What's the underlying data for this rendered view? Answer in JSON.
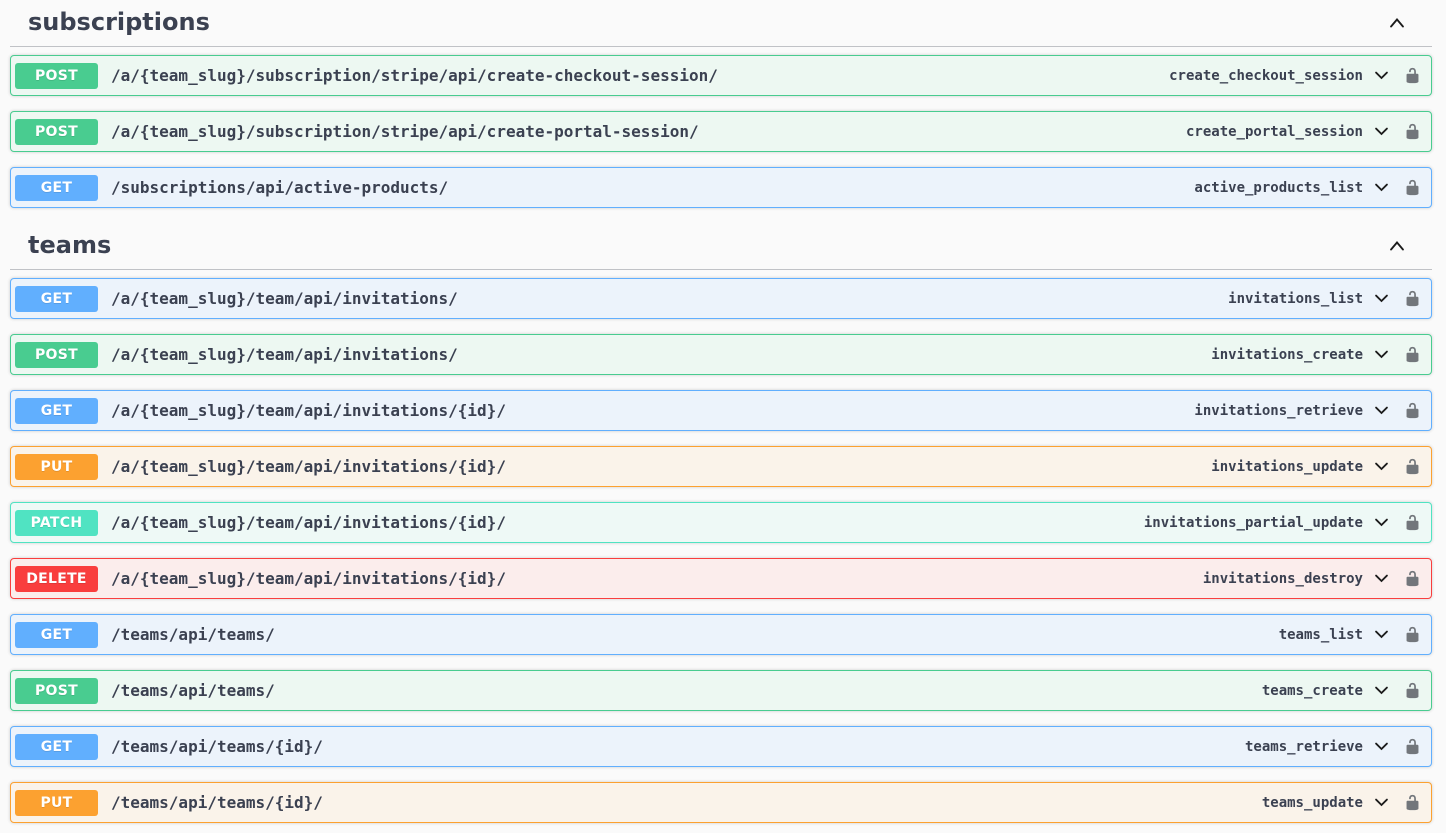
{
  "page": {
    "background": "#fafafa",
    "text_color": "#3b4151"
  },
  "icons": {
    "section_collapse": "chevron-up-icon",
    "row_expand": "chevron-down-icon",
    "authorization": "unlocked-padlock-icon"
  },
  "method_colors": {
    "GET": {
      "badge_background": "#61affe",
      "row_background": "#ecf3fb",
      "row_border": "#61affe"
    },
    "POST": {
      "badge_background": "#49cc90",
      "row_background": "#edf8f2",
      "row_border": "#49cc90"
    },
    "PUT": {
      "badge_background": "#fca130",
      "row_background": "#faf3ea",
      "row_border": "#fca130"
    },
    "PATCH": {
      "badge_background": "#50e3c2",
      "row_background": "#eef9f6",
      "row_border": "#50e3c2"
    },
    "DELETE": {
      "badge_background": "#f93e3e",
      "row_background": "#fbedec",
      "row_border": "#f93e3e"
    }
  },
  "sections": [
    {
      "title": "subscriptions",
      "expanded": true,
      "rows": [
        {
          "method": "POST",
          "path": "/a/{team_slug}/subscription/stripe/api/create-checkout-session/",
          "operation_id": "create_checkout_session"
        },
        {
          "method": "POST",
          "path": "/a/{team_slug}/subscription/stripe/api/create-portal-session/",
          "operation_id": "create_portal_session"
        },
        {
          "method": "GET",
          "path": "/subscriptions/api/active-products/",
          "operation_id": "active_products_list"
        }
      ]
    },
    {
      "title": "teams",
      "expanded": true,
      "rows": [
        {
          "method": "GET",
          "path": "/a/{team_slug}/team/api/invitations/",
          "operation_id": "invitations_list"
        },
        {
          "method": "POST",
          "path": "/a/{team_slug}/team/api/invitations/",
          "operation_id": "invitations_create"
        },
        {
          "method": "GET",
          "path": "/a/{team_slug}/team/api/invitations/{id}/",
          "operation_id": "invitations_retrieve"
        },
        {
          "method": "PUT",
          "path": "/a/{team_slug}/team/api/invitations/{id}/",
          "operation_id": "invitations_update"
        },
        {
          "method": "PATCH",
          "path": "/a/{team_slug}/team/api/invitations/{id}/",
          "operation_id": "invitations_partial_update"
        },
        {
          "method": "DELETE",
          "path": "/a/{team_slug}/team/api/invitations/{id}/",
          "operation_id": "invitations_destroy"
        },
        {
          "method": "GET",
          "path": "/teams/api/teams/",
          "operation_id": "teams_list"
        },
        {
          "method": "POST",
          "path": "/teams/api/teams/",
          "operation_id": "teams_create"
        },
        {
          "method": "GET",
          "path": "/teams/api/teams/{id}/",
          "operation_id": "teams_retrieve"
        },
        {
          "method": "PUT",
          "path": "/teams/api/teams/{id}/",
          "operation_id": "teams_update"
        }
      ]
    }
  ]
}
